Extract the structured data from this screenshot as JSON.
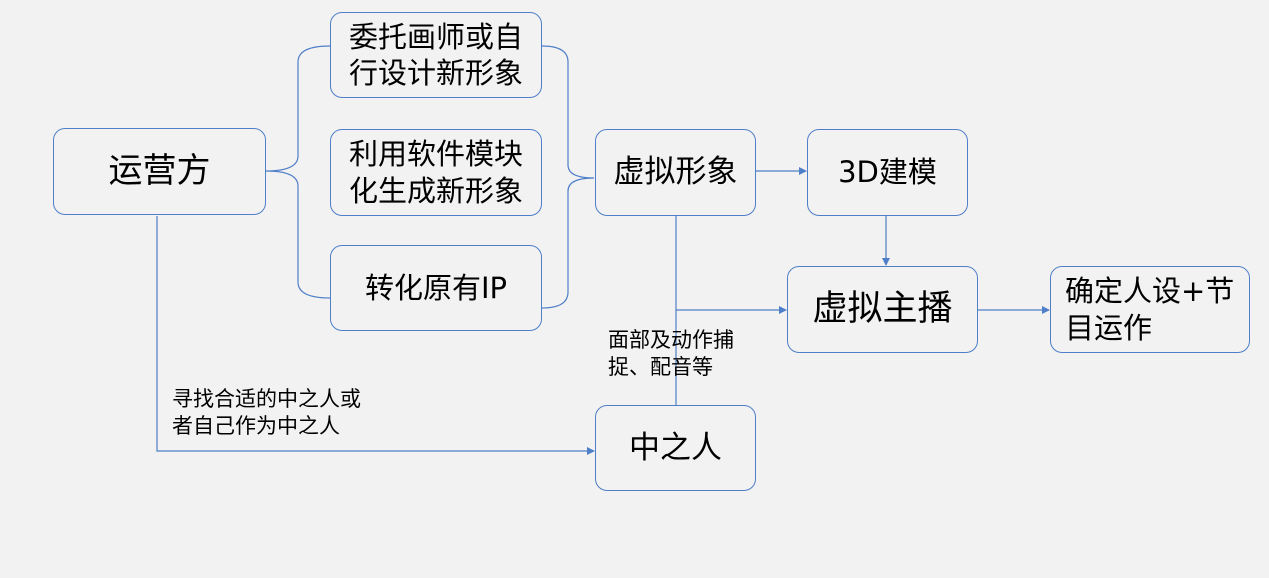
{
  "nodes": {
    "operator": "运营方",
    "commission": "委托画师或自行设计新形象",
    "software": "利用软件模块化生成新形象",
    "convert_ip": "转化原有IP",
    "virtual_image": "虚拟形象",
    "modeling_3d": "3D建模",
    "virtual_anchor": "虚拟主播",
    "persona_ops": "确定人设+节目运作",
    "performer": "中之人"
  },
  "labels": {
    "capture_line1": "面部及动作捕",
    "capture_line2": "捉、配音等",
    "find_line1": "寻找合适的中之人或",
    "find_line2": "者自己作为中之人"
  },
  "colors": {
    "stroke": "#4f7fc8",
    "background": "#f2f2f2"
  }
}
